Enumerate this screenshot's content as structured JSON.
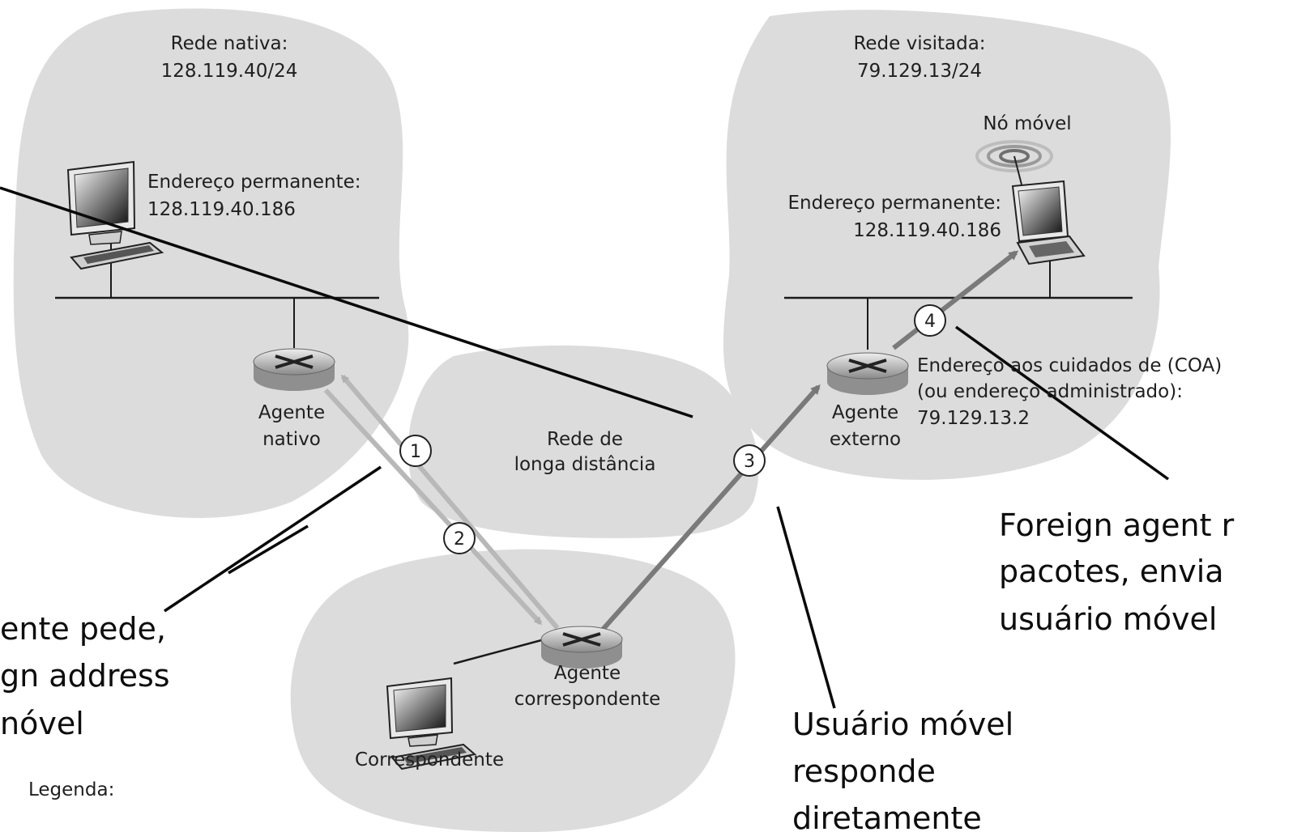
{
  "home_network": {
    "title": "Rede nativa:",
    "prefix": "128.119.40/24"
  },
  "visited_network": {
    "title": "Rede visitada:",
    "prefix": "79.129.13/24"
  },
  "wan": {
    "line1": "Rede de",
    "line2": "longa distância"
  },
  "mobile_node": {
    "label": "Nó móvel"
  },
  "home_host": {
    "address_label": "Endereço permanente:",
    "address": "128.119.40.186"
  },
  "mobile_host": {
    "address_label": "Endereço permanente:",
    "address": "128.119.40.186"
  },
  "home_agent": {
    "line1": "Agente",
    "line2": "nativo"
  },
  "foreign_agent": {
    "line1": "Agente",
    "line2": "externo"
  },
  "coa": {
    "line1": "Endereço aos cuidados de (COA)",
    "line2": "(ou endereço administrado):",
    "line3": "79.129.13.2"
  },
  "correspondent_agent": {
    "line1": "Agente",
    "line2": "correspondente"
  },
  "correspondent": {
    "label": "Correspondente"
  },
  "legend": {
    "label": "Legenda:"
  },
  "steps": [
    "1",
    "2",
    "3",
    "4"
  ],
  "annotations": {
    "left": {
      "line1": "ente pede,",
      "line2": "gn address",
      "line3": "nóvel"
    },
    "right": {
      "line1": "Foreign agent r",
      "line2": "pacotes, envia",
      "line3": "usuário móvel"
    },
    "bottom": {
      "line1": "Usuário móvel",
      "line2": "responde",
      "line3": "diretamente"
    }
  },
  "colors": {
    "cloud": "#dcdcdc",
    "arrow_light": "#b8b8b8",
    "arrow_dark": "#7a7a7a"
  }
}
